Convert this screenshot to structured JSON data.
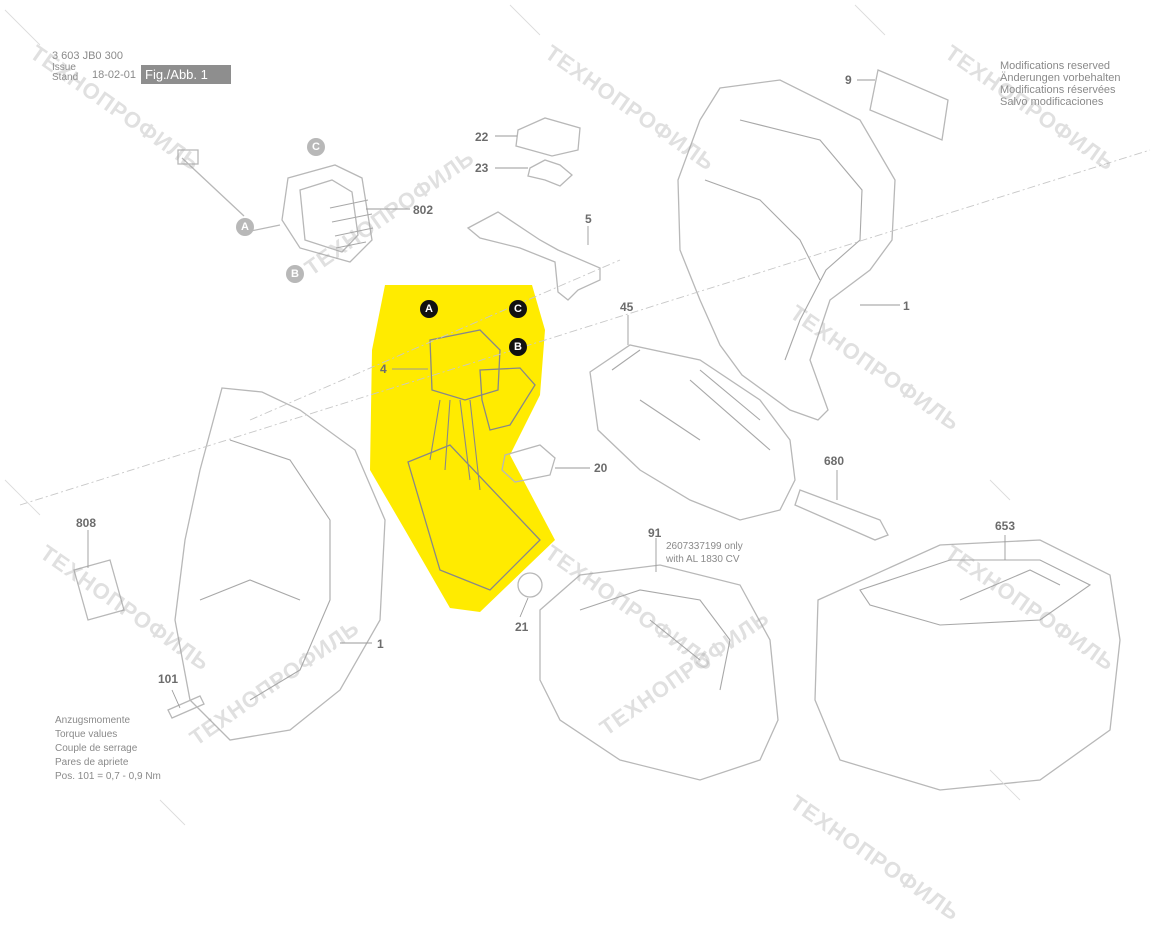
{
  "header": {
    "part_number": "3 603 JB0 300",
    "issue_label": "Issue",
    "stand_label": "Stand",
    "date": "18-02-01",
    "figure_label": "Fig./Abb. 1"
  },
  "modifications": [
    "Modifications reserved",
    "Änderungen vorbehalten",
    "Modifications réservées",
    "Salvo modificaciones"
  ],
  "torque_note": [
    "Anzugsmomente",
    "Torque values",
    "Couple de serrage",
    "Pares de apriete",
    "Pos. 101  =  0,7  -  0,9 Nm"
  ],
  "battery_note": [
    "2607337199 only",
    "with AL 1830 CV"
  ],
  "part_numbers": {
    "p802": "802",
    "p22": "22",
    "p23": "23",
    "p5": "5",
    "p9": "9",
    "p1_top": "1",
    "p45": "45",
    "p4": "4",
    "p20": "20",
    "p680": "680",
    "p653": "653",
    "p91": "91",
    "p21": "21",
    "p808": "808",
    "p1_bottom": "1",
    "p101": "101"
  },
  "callouts": {
    "motor_c": "C",
    "motor_a": "A",
    "motor_b": "B",
    "switch_a": "A",
    "switch_c": "C",
    "switch_b": "B"
  },
  "watermark": "ТЕХНОПРОФИЛЬ",
  "colors": {
    "highlight": "#ffeb00",
    "line_art": "#b8b8b8",
    "label": "#6c6c6c",
    "figure_box": "#8e8e8e"
  }
}
